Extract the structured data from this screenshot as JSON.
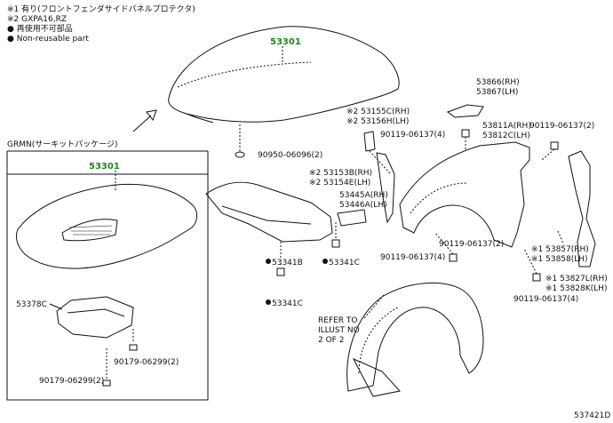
{
  "legend": {
    "note1": "※1 有り(フロントフェンダサイドパネルプロテクタ)",
    "note2": "※2 GXPA16,RZ",
    "note3": "● 再使用不可部品",
    "note4": "● Non-reusable part"
  },
  "grmn_label": "GRMN(サーキットパッケージ)",
  "parts": {
    "hood_main": "53301",
    "hood_grmn": "53301",
    "p90950": "90950-06096(2)",
    "p53866": "53866(RH)",
    "p53867": "53867(LH)",
    "p53155c": "※2 53155C(RH)",
    "p53156h": "※2 53156H(LH)",
    "p90119_a": "90119-06137(4)",
    "p53811a": "53811A(RH)",
    "p53812c": "53812C(LH)",
    "p90119_b": "90119-06137(2)",
    "p53153b": "※2 53153B(RH)",
    "p53154e": "※2 53154E(LH)",
    "p53445a": "53445A(RH)",
    "p53446a": "53446A(LH)",
    "p90119_c": "90119-06137(2)",
    "p90119_d": "90119-06137(4)",
    "p53341b": "53341B",
    "p53341c_a": "53341C",
    "p53341c_b": "53341C",
    "p53857": "※1 53857(RH)",
    "p53858": "※1 53858(LH)",
    "p53827l": "※1 53827L(RH)",
    "p53828k": "※1 53828K(LH)",
    "p90119_e": "90119-06137(4)",
    "p53378c": "53378C",
    "p90179_a": "90179-06299(2)",
    "p90179_b": "90179-06299(2)",
    "refer": "REFER TO\nILLUST NO\n2 OF 2",
    "diagram_id": "537421D"
  }
}
